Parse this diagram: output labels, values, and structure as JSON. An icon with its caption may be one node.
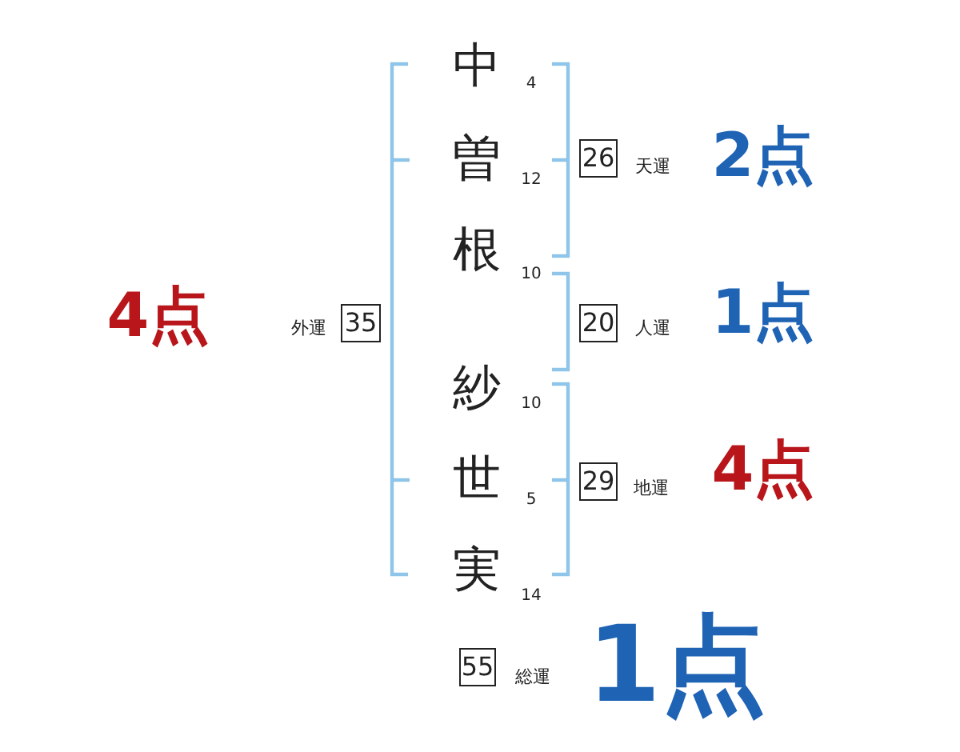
{
  "diagram": {
    "nodes": [
      {
        "text": [
          "26"
        ],
        "beside": [
          "天運",
          "2点"
        ]
      },
      {
        "text": [
          "35"
        ],
        "beside": [
          "外運",
          "4点"
        ]
      },
      {
        "text": [
          "20"
        ],
        "beside": [
          "人運",
          "1点"
        ]
      },
      {
        "text": [
          "29"
        ],
        "beside": [
          "地運",
          "4点"
        ]
      },
      {
        "text": [
          "55"
        ],
        "beside": [
          "総運",
          "1点"
        ]
      }
    ],
    "labels": [
      "中",
      "4",
      "曽",
      "12",
      "根",
      "10",
      "紗",
      "10",
      "世",
      "5",
      "実",
      "14"
    ]
  }
}
